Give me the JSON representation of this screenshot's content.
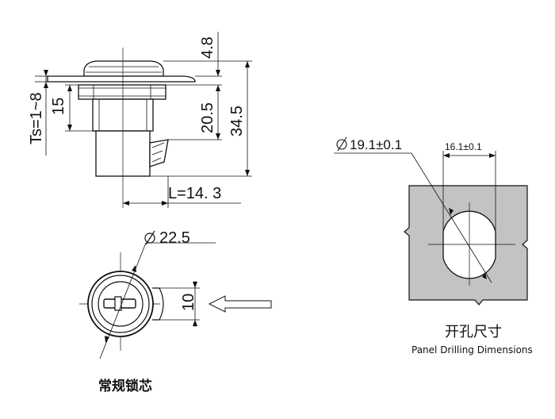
{
  "side_view": {
    "dim_top": "4.8",
    "dim_upper": "20.5",
    "dim_total": "34.5",
    "dim_thread": "15",
    "dim_ts": "Ts=1~8",
    "dim_length": "L=14. 3"
  },
  "front_view": {
    "dim_diameter": "22.5",
    "dim_width": "10",
    "caption": "常规锁芯"
  },
  "panel_cutout": {
    "dim_hole": "19.1±0.1",
    "dim_flat": "16.1±0.1",
    "title_cn": "开孔尺寸",
    "title_en": "Panel Drilling Dimensions",
    "panel_color": "#c3c3c3"
  }
}
